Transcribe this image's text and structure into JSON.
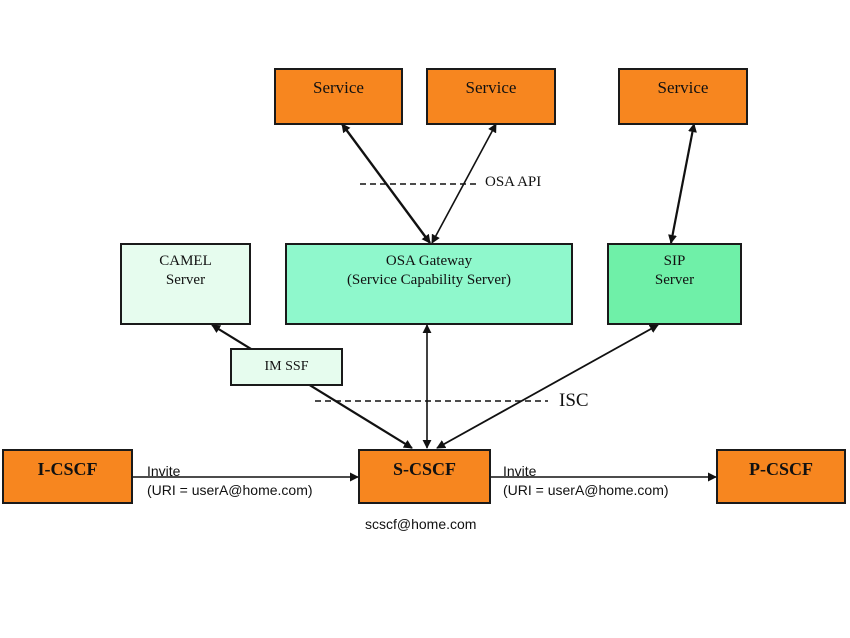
{
  "nodes": {
    "service_1": "Service",
    "service_2": "Service",
    "service_3": "Service",
    "camel_server": "CAMEL\nServer",
    "osa_gateway": "OSA Gateway\n(Service Capability Server)",
    "sip_server": "SIP\nServer",
    "im_ssf": "IM SSF",
    "i_cscf": "I-CSCF",
    "s_cscf": "S-CSCF",
    "p_cscf": "P-CSCF"
  },
  "labels": {
    "osa_api": "OSA API",
    "isc": "ISC",
    "invite_left": "Invite",
    "uri_left": "(URI = userA@home.com)",
    "invite_right": "Invite",
    "uri_right": "(URI = userA@home.com)",
    "scscf_address": "scscf@home.com"
  },
  "colors": {
    "orange": "#f7861f",
    "camel": "#e6fcee",
    "osa": "#8ff8cc",
    "sip": "#6ff0a8",
    "line": "#111111"
  }
}
